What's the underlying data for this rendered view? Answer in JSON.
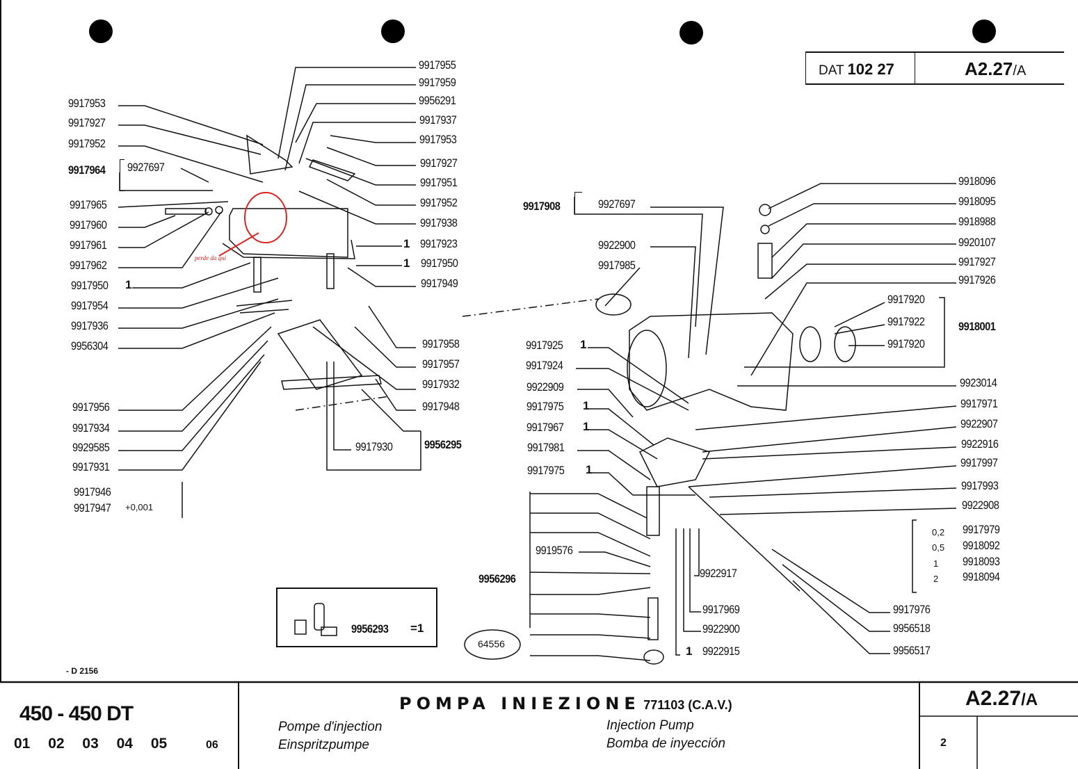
{
  "header": {
    "dat_label": "DAT",
    "dat_number": "102 27",
    "page_code": "A2.27",
    "page_suffix": "/A"
  },
  "annotation": {
    "note_text": "perde da qui",
    "color": "#dd2222"
  },
  "left_labels": [
    "9917953",
    "9917927",
    "9917952",
    "9917964",
    "9927697",
    "9917965",
    "9917960",
    "9917961",
    "9917962",
    "9917950",
    "9917954",
    "9917936",
    "9956304",
    "9917956",
    "9917934",
    "9929585",
    "9917931",
    "9917946",
    "9917947"
  ],
  "left_extra": {
    "qty_9917950": "1",
    "tolerance_9917947": "+0,001"
  },
  "center_top_labels": [
    "9917955",
    "9917959",
    "9956291",
    "9917937",
    "9917953",
    "9917927",
    "9917951",
    "9917952",
    "9917938",
    "9917923",
    "9917950",
    "9917949"
  ],
  "center_top_qty": {
    "q_9917923": "1",
    "q_9917950": "1"
  },
  "center_lower_labels": [
    "9917958",
    "9917957",
    "9917932",
    "9917948",
    "9917930",
    "9956295"
  ],
  "right_left_labels": {
    "group_9917908": "9917908",
    "item_9927697": "9927697",
    "item_9922900": "9922900",
    "item_9917985": "9917985",
    "item_9917925": "9917925",
    "item_9917924": "9917924",
    "item_9922909": "9922909",
    "item_9917975a": "9917975",
    "item_9917967": "9917967",
    "item_9917981": "9917981",
    "item_9917975b": "9917975",
    "item_9919576": "9919576",
    "group_9956296": "9956296",
    "item_9922917": "9922917",
    "item_9917969": "9917969",
    "item_9922900b": "9922900",
    "item_9922915": "9922915",
    "qty_one": "1"
  },
  "right_labels": [
    "9918096",
    "9918095",
    "9918988",
    "9920107",
    "9917927",
    "9917926",
    "9917920",
    "9917922",
    "9917920",
    "9918001",
    "9923014",
    "9917971",
    "9922907",
    "9922916",
    "9917997",
    "9917993",
    "9922908"
  ],
  "shims": [
    {
      "thickness": "0,2",
      "part": "9917979"
    },
    {
      "thickness": "0,5",
      "part": "9918092"
    },
    {
      "thickness": "1",
      "part": "9918093"
    },
    {
      "thickness": "2",
      "part": "9918094"
    }
  ],
  "right_bottom_labels": [
    "9917976",
    "9956518",
    "9956517"
  ],
  "kit_box": {
    "part": "9956293",
    "qty": "=1"
  },
  "drawing_ref": "64556",
  "doc_ref": "- D 2156",
  "footer": {
    "model": "450 - 450 DT",
    "variants": [
      "01",
      "02",
      "03",
      "04",
      "05",
      "06"
    ],
    "title_it": "POMPA INIEZIONE",
    "title_code": "771103 (C.A.V.)",
    "title_fr": "Pompe d'injection",
    "title_de": "Einspritzpumpe",
    "title_en": "Injection Pump",
    "title_es": "Bomba de inyección",
    "page_code": "A2.27",
    "page_suffix": "/A",
    "sheet": "2"
  }
}
